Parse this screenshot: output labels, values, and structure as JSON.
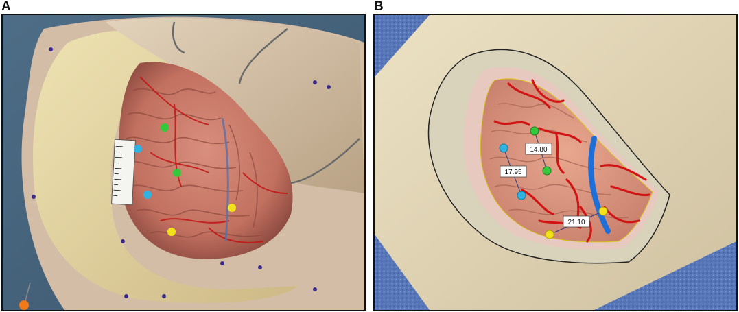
{
  "figure": {
    "panel_a": {
      "label": "A"
    },
    "panel_b": {
      "label": "B",
      "measurements": [
        "14.80",
        "17.95",
        "21.10"
      ]
    }
  },
  "colors": {
    "marker_green": "#33c93a",
    "marker_blue": "#2fb3e0",
    "marker_yellow": "#f2e21a",
    "marker_orange": "#f07a1a",
    "vessel_red": "#d11414",
    "vein_blue": "#1e6fd8",
    "pattern_blue": "#4a6fb5"
  }
}
